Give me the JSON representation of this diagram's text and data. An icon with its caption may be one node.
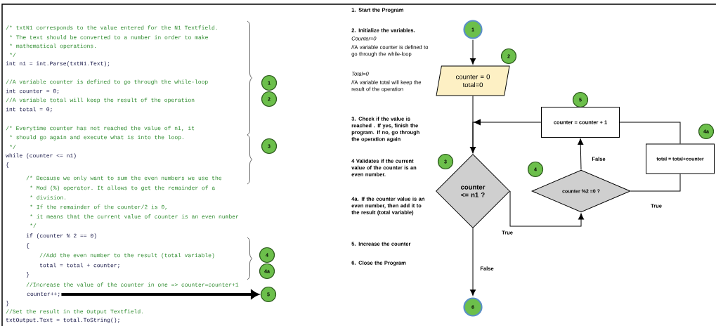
{
  "diagram": {
    "nodes": [
      {
        "text": [
          "counter++;"
        ]
      },
      {
        "text": [
          "1"
        ]
      },
      {
        "text": [
          "2"
        ]
      },
      {
        "text": [
          "3"
        ]
      },
      {
        "text": [
          "4"
        ]
      },
      {
        "text": [
          "4a"
        ]
      },
      {
        "text": [
          "5"
        ]
      },
      {
        "text": [
          "1"
        ]
      },
      {
        "text": [
          "2"
        ]
      },
      {
        "text": [
          "counter = 0 total=0"
        ]
      },
      {
        "text": [
          "3"
        ]
      },
      {
        "text": [
          "counter <= n1 ?"
        ]
      },
      {
        "text": [
          "4"
        ]
      },
      {
        "text": [
          "counter %2 =0 ?"
        ]
      },
      {
        "text": [
          "5"
        ]
      },
      {
        "text": [
          "counter = counter + 1"
        ]
      },
      {
        "text": [
          "4a"
        ]
      },
      {
        "text": [
          "total = total+counter"
        ]
      },
      {
        "text": [
          "6"
        ]
      }
    ],
    "edges": [
      {
        "from": 0,
        "to": 6,
        "arrow": "to",
        "style": "thick"
      },
      {
        "from": 7,
        "to": 9,
        "arrow": "to"
      },
      {
        "from": 9,
        "to": 11,
        "arrow": "to"
      },
      {
        "from": 11,
        "to": 13,
        "arrow": "to",
        "label": "True"
      },
      {
        "from": 13,
        "to": 15,
        "arrow": "to",
        "label": "False"
      },
      {
        "from": 13,
        "to": 17,
        "arrow": "none",
        "label": "True"
      },
      {
        "from": 17,
        "to": 15,
        "arrow": "none"
      },
      {
        "from": 15,
        "to": 11,
        "arrow": "to"
      },
      {
        "from": 11,
        "to": 18,
        "arrow": "to",
        "label": "False"
      }
    ],
    "labels": [
      "/* txtN1 corresponds to the value entered for the N1 Textfield.",
      "* The text should be converted to a number in order to make",
      "* mathematical operations.",
      "*/",
      "int n1 = int.Parse(txtN1.Text);",
      "//A variable counter is defined to go through the while-loop",
      "int counter = 0;",
      "//A variable total will keep the result of the operation",
      "int total = 0;",
      "/* Everytime counter has not reached the value of n1, it",
      "* should go again and execute what is into the loop.",
      "*/",
      "while (counter <= n1)",
      "{",
      "/* Because we only want to sum the even numbers we use the",
      "* Mod (%) operator. It allows to get the remainder of a",
      "* division.",
      "* If the remainder of the counter/2 is 0,",
      "* it means that the current value of counter is an even number",
      "*/",
      "if (counter % 2 == 0)",
      "{",
      "//Add the even number to the result (total variable)",
      "total = total + counter;",
      "}",
      "//Increase the value of the counter in one => counter=counter+1",
      "}",
      "//Set the result in the Output Textfield.",
      "txtOutput.Text = total.ToString();",
      "1. Start the Program",
      "2. Initialize the variables.",
      "Counter=0",
      "//A variable counter is defined to go through the while-loop",
      "Total=0",
      "//A variable total will keep the result of the operation",
      "3. Check if the value is reached . If yes, finish the program. If no, go through the operation again",
      "4 Validates if the current value of the counter is an even number.",
      "4a. If the counter value is an even number, then add it to the result (total variable)",
      "5. Increase the counter",
      "6. Close the Program"
    ]
  }
}
